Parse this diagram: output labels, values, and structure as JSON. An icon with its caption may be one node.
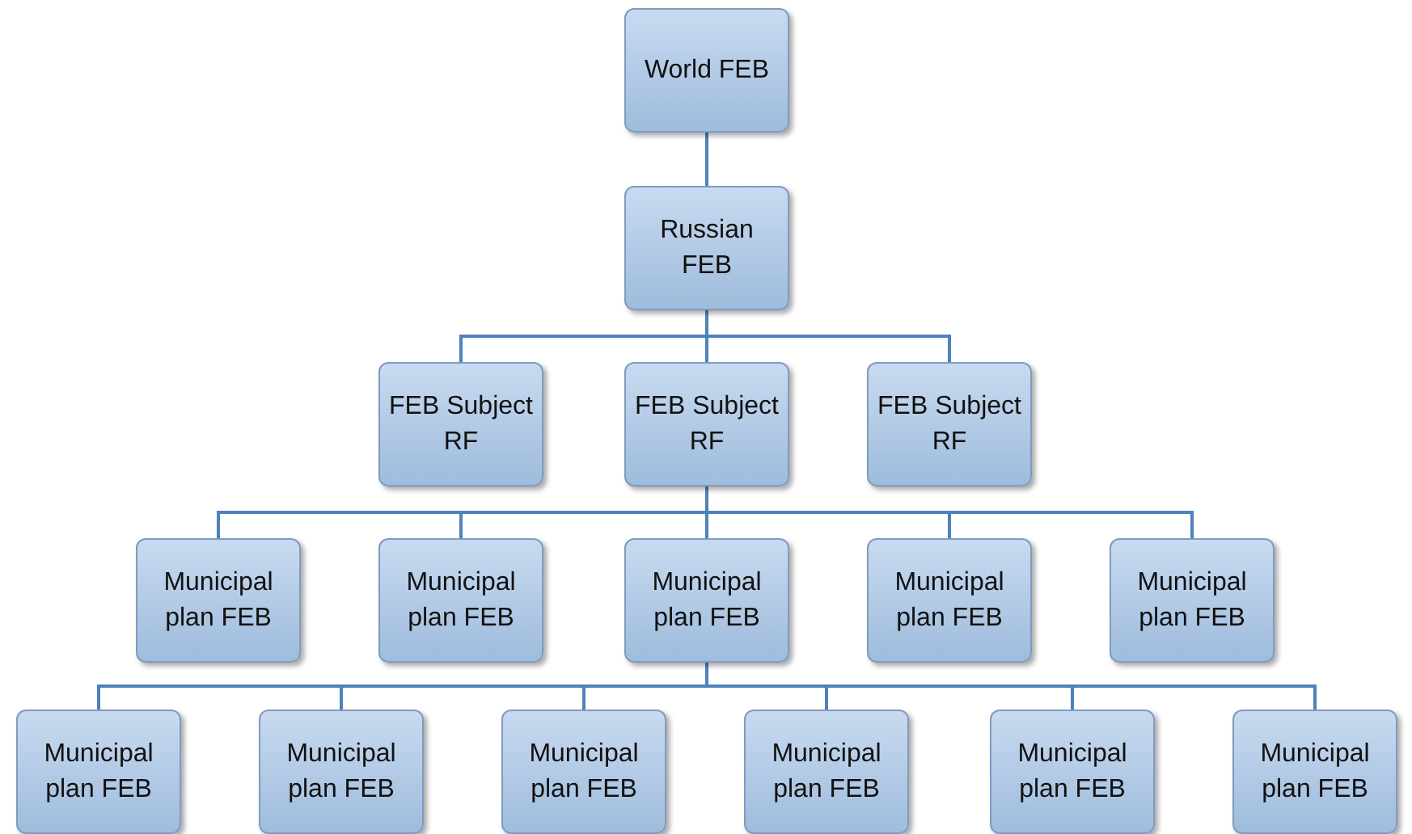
{
  "diagram": {
    "nodes": [
      {
        "text": [
          "World FEB"
        ]
      },
      {
        "text": [
          "Russian FEB"
        ]
      },
      {
        "text": [
          "FEB Subject RF"
        ]
      },
      {
        "text": [
          "FEB Subject RF"
        ]
      },
      {
        "text": [
          "FEB Subject RF"
        ]
      },
      {
        "text": [
          "Municipal plan FEB"
        ]
      },
      {
        "text": [
          "Municipal plan FEB"
        ]
      },
      {
        "text": [
          "Municipal plan FEB"
        ]
      },
      {
        "text": [
          "Municipal plan FEB"
        ]
      },
      {
        "text": [
          "Municipal plan FEB"
        ]
      },
      {
        "text": [
          "Municipal plan FEB"
        ]
      },
      {
        "text": [
          "Municipal plan FEB"
        ]
      },
      {
        "text": [
          "Municipal plan FEB"
        ]
      },
      {
        "text": [
          "Municipal plan FEB"
        ]
      },
      {
        "text": [
          "Municipal plan FEB"
        ]
      },
      {
        "text": [
          "Municipal plan FEB"
        ]
      }
    ],
    "edges": [
      {
        "from": 0,
        "to": 1,
        "arrow": "none"
      },
      {
        "from": 1,
        "to": 2,
        "arrow": "none"
      },
      {
        "from": 1,
        "to": 3,
        "arrow": "none"
      },
      {
        "from": 1,
        "to": 4,
        "arrow": "none"
      },
      {
        "from": 3,
        "to": 5,
        "arrow": "none"
      },
      {
        "from": 3,
        "to": 6,
        "arrow": "none"
      },
      {
        "from": 3,
        "to": 7,
        "arrow": "none"
      },
      {
        "from": 3,
        "to": 8,
        "arrow": "none"
      },
      {
        "from": 3,
        "to": 9,
        "arrow": "none"
      },
      {
        "from": 7,
        "to": 10,
        "arrow": "none"
      },
      {
        "from": 7,
        "to": 11,
        "arrow": "none"
      },
      {
        "from": 7,
        "to": 12,
        "arrow": "none"
      },
      {
        "from": 7,
        "to": 13,
        "arrow": "none"
      },
      {
        "from": 7,
        "to": 14,
        "arrow": "none"
      },
      {
        "from": 7,
        "to": 15,
        "arrow": "none"
      }
    ]
  }
}
